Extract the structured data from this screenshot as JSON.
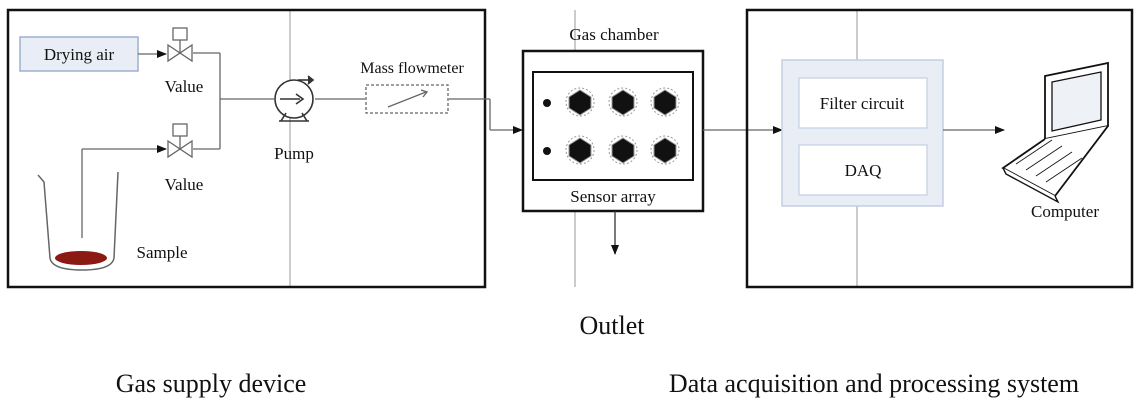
{
  "left_box": {
    "drying_air": "Drying air",
    "valve_top": "Value",
    "valve_bottom": "Value",
    "pump": "Pump",
    "mass_flowmeter": "Mass flowmeter",
    "sample": "Sample"
  },
  "chamber": {
    "title": "Gas chamber",
    "sensor_array": "Sensor array"
  },
  "right_box": {
    "filter_circuit": "Filter circuit",
    "daq": "DAQ",
    "computer": "Computer"
  },
  "captions": {
    "outlet": "Outlet",
    "gas_supply": "Gas supply device",
    "data_system": "Data acquisition and processing system"
  },
  "colors": {
    "panel_fill": "#e9eef6",
    "panel_border": "#c3cfe2",
    "sample": "#8b1a12"
  }
}
